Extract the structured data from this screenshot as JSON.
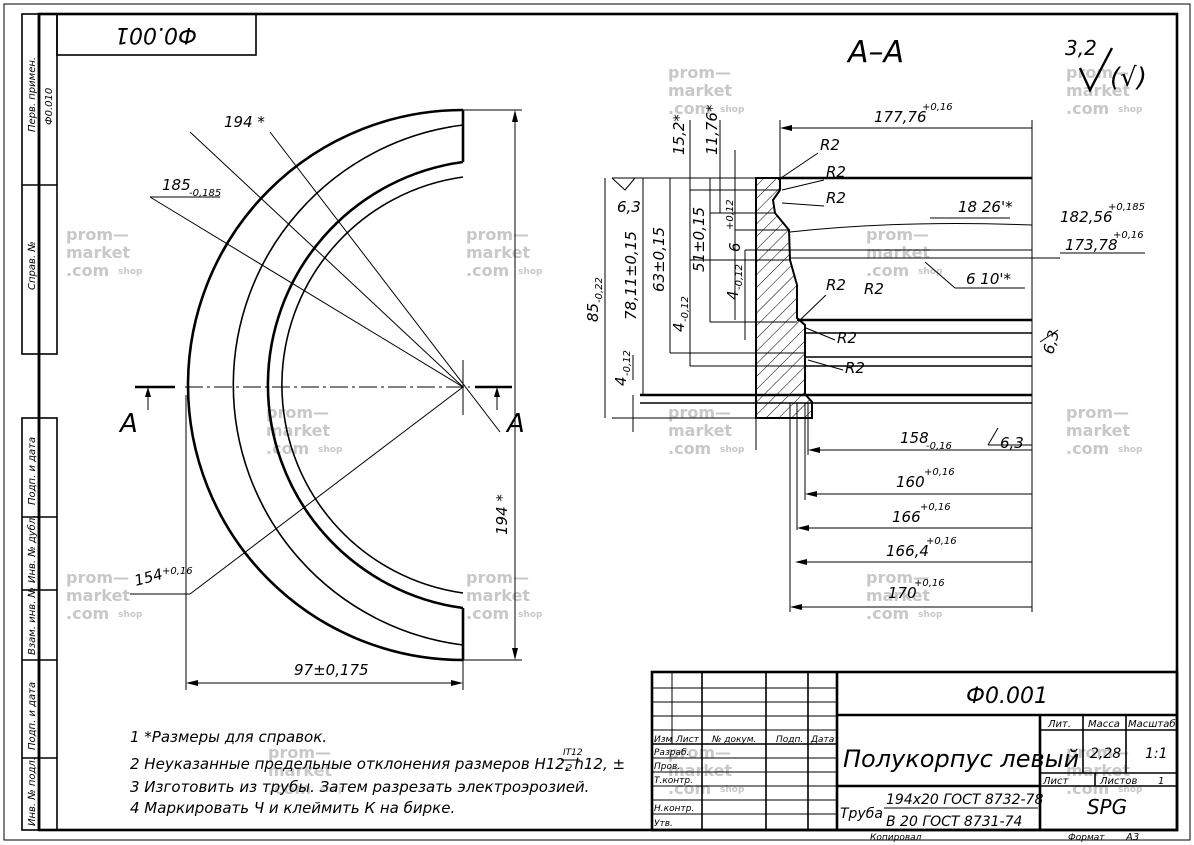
{
  "drawing_code": "Ф0.001",
  "section_label": "А–А",
  "surface_finish": {
    "general": "3,2",
    "other_mark": "(√)"
  },
  "side_labels": {
    "perv_primen": "Перв. примен.",
    "perv_primen_value": "Ф0.010",
    "sprav_no": "Справ. №",
    "podp_data_1": "Подп. и дата",
    "inv_dubl": "Инв. № дубл.",
    "vzam_inv": "Взам. инв. №",
    "podp_data_2": "Подп. и дата",
    "inv_podl": "Инв. № подл."
  },
  "plan_view": {
    "dim_194_diag": "194 *",
    "dim_185": "185",
    "dim_185_tol": "-0,185",
    "dim_154": "154",
    "dim_154_tol": "+0,16",
    "dim_194_vert": "194 *",
    "dim_97": "97±0,175",
    "section_mark_left": "А",
    "section_mark_right": "А"
  },
  "section_view": {
    "d177": "177,76",
    "d177_tol": "+0,16",
    "d182": "182,56",
    "d182_tol": "+0,185",
    "d173": "173,78",
    "d173_tol": "+0,16",
    "angle1": "18 26'*",
    "angle2": "6 10'*",
    "r2": "R2",
    "d158": "158",
    "d158_tol": "-0,16",
    "d160": "160",
    "d160_tol": "+0,16",
    "d166": "166",
    "d166_tol": "+0,16",
    "d166_4": "166,4",
    "d166_4_tol": "+0,16",
    "d170": "170",
    "d170_tol": "+0,16",
    "h15_2": "15,2*",
    "h11_76": "11,76*",
    "h6": "6",
    "h6_tol": "+0,12",
    "h51": "51±0,15",
    "h63": "63±0,15",
    "h78": "78,11±0,15",
    "h85": "85",
    "h85_tol": "-0,22",
    "h4": "4",
    "h4_tol": "-0,12",
    "rough": "6,3"
  },
  "notes": [
    "1 *Размеры для справок.",
    "2 Неуказанные предельные отклонения размеров Н12, h12, ±",
    "3 Изготовить из трубы. Затем разрезать электроэрозией.",
    "4 Маркировать Ч и клеймить К на бирке."
  ],
  "note2_fraction": {
    "num": "IT12",
    "den": "2"
  },
  "title_block": {
    "code": "Ф0.001",
    "name": "Полукорпус левый",
    "material_prefix": "Труба",
    "material_line1": "194х20 ГОСТ 8732-78",
    "material_line2": "В 20 ГОСТ 8731-74",
    "col_izm": "Изм",
    "col_list": "Лист",
    "col_doc": "№ докум.",
    "col_podp": "Подп.",
    "col_data": "Дата",
    "razrab": "Разраб.",
    "prov": "Пров.",
    "tkontr": "Т.контр.",
    "nkontr": "Н.контр.",
    "utv": "Утв.",
    "lit": "Лит.",
    "massa": "Масса",
    "masshtab": "Масштаб",
    "massa_value": "2,28",
    "masshtab_value": "1:1",
    "list_label": "Лист",
    "listov_label": "Листов",
    "listov_value": "1",
    "company": "SPG",
    "kopiroval": "Копировал",
    "format": "Формат",
    "format_value": "А3"
  },
  "watermark": {
    "line1": "prom—",
    "line2": "market",
    "line3": ".com",
    "shop": "shop"
  }
}
